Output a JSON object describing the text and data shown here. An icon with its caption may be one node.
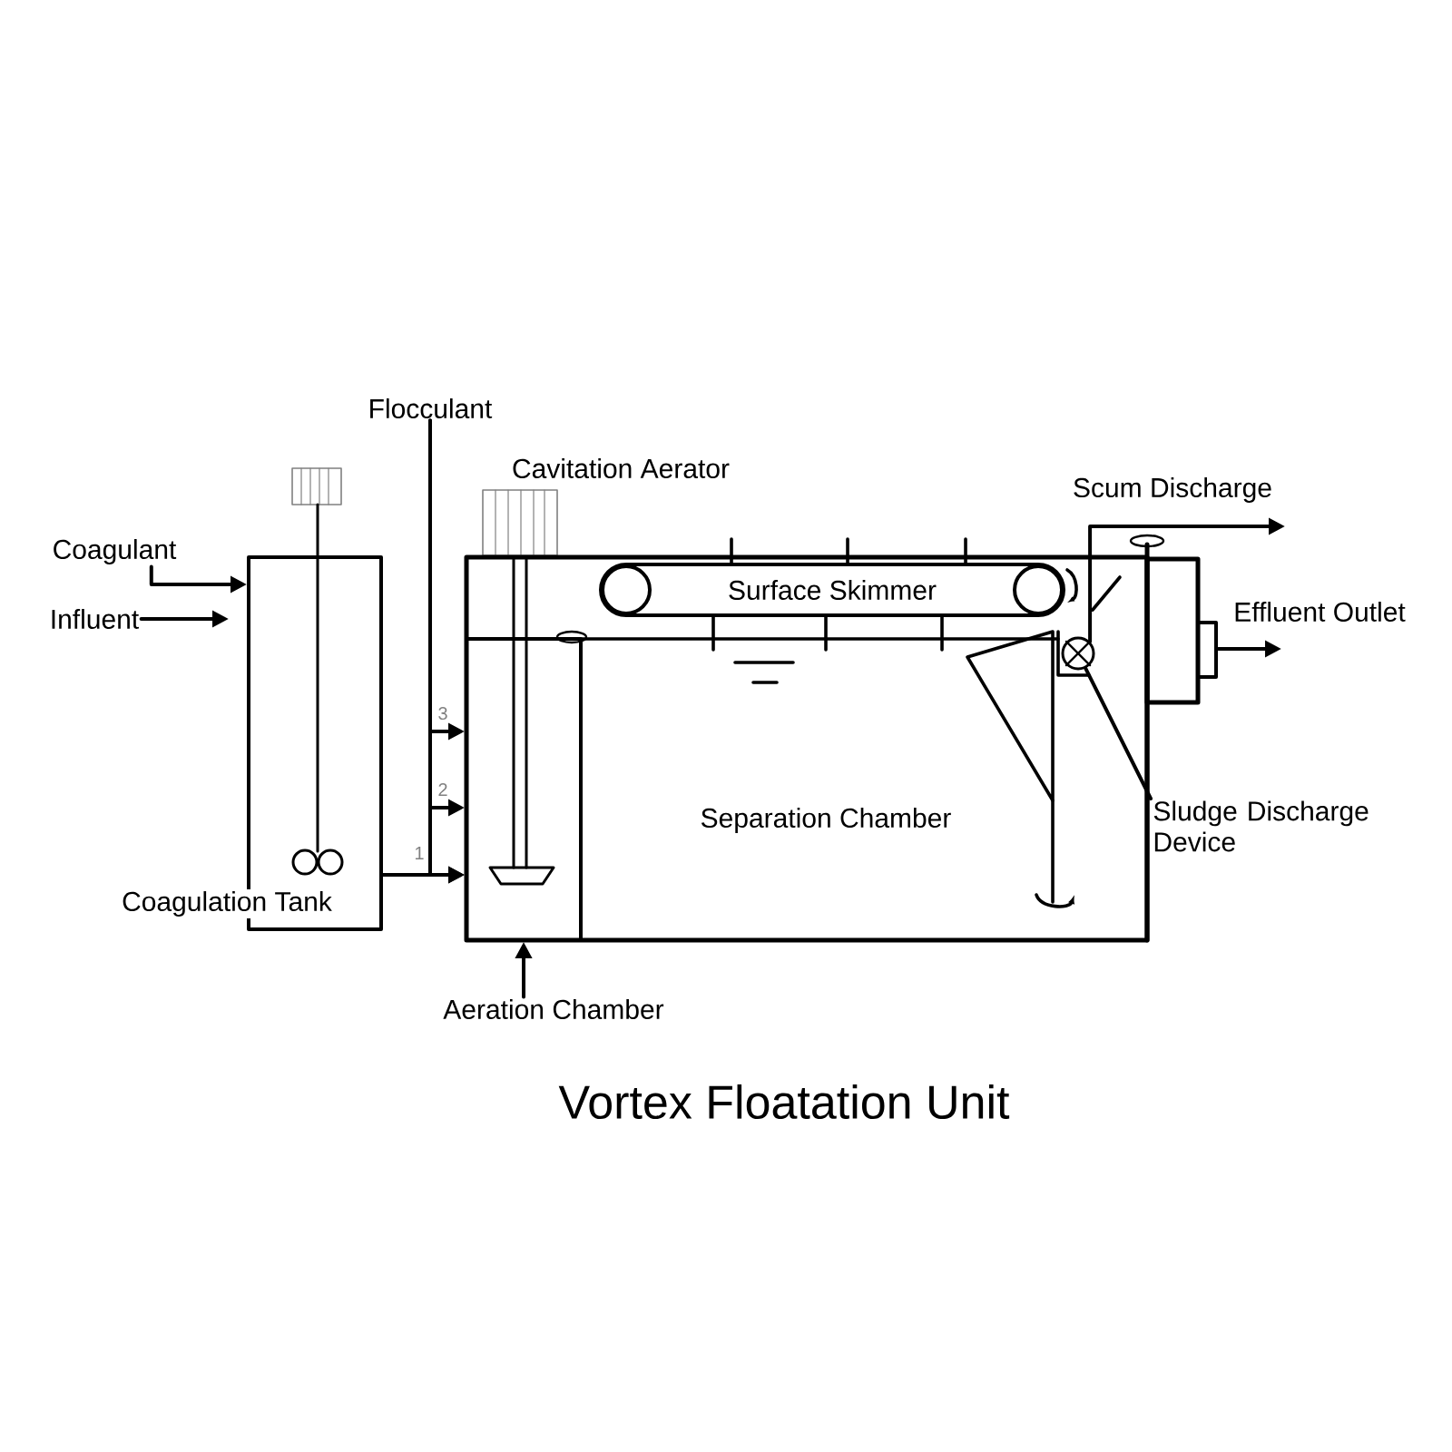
{
  "diagram": {
    "title": "Vortex Floatation Unit",
    "nodes": [
      {
        "text": [
          "Flocculant"
        ]
      },
      {
        "text": [
          "Coagulant"
        ]
      },
      {
        "text": [
          "Influent"
        ]
      },
      {
        "text": [
          "Coagulation Tank"
        ]
      },
      {
        "text": [],
        "shape": "box"
      },
      {
        "text": [],
        "shape": "box",
        "in": 4
      },
      {
        "text": [
          "Surface Skimmer"
        ],
        "in": 4
      },
      {
        "text": [
          "Separation Chamber"
        ],
        "in": 4
      },
      {
        "text": [],
        "shape": "circle",
        "in": 4
      },
      {
        "text": [],
        "shape": "box"
      },
      {
        "text": [
          "Sludge Discharge Device"
        ]
      },
      {
        "text": [
          "Aeration Chamber"
        ]
      }
    ],
    "edges": [
      {
        "from": 1,
        "to": 3,
        "arrow": "to"
      },
      {
        "from": 2,
        "to": 3,
        "arrow": "to"
      },
      {
        "from": 0,
        "to": 5,
        "arrow": "to",
        "label": "3"
      },
      {
        "from": 0,
        "to": 5,
        "arrow": "to",
        "label": "2"
      },
      {
        "from": 0,
        "to": 5,
        "arrow": "to",
        "label": "1"
      },
      {
        "from": 3,
        "to": 5,
        "arrow": "to"
      },
      {
        "from": 8,
        "to": null,
        "arrow": "to",
        "label": "Scum Discharge"
      },
      {
        "from": 9,
        "to": null,
        "arrow": "to",
        "label": "Effluent Outlet"
      },
      {
        "from": 10,
        "to": 8,
        "arrow": "none"
      },
      {
        "from": 11,
        "to": 5,
        "arrow": "to"
      }
    ],
    "labels": [
      "Cavitation Aerator"
    ]
  }
}
